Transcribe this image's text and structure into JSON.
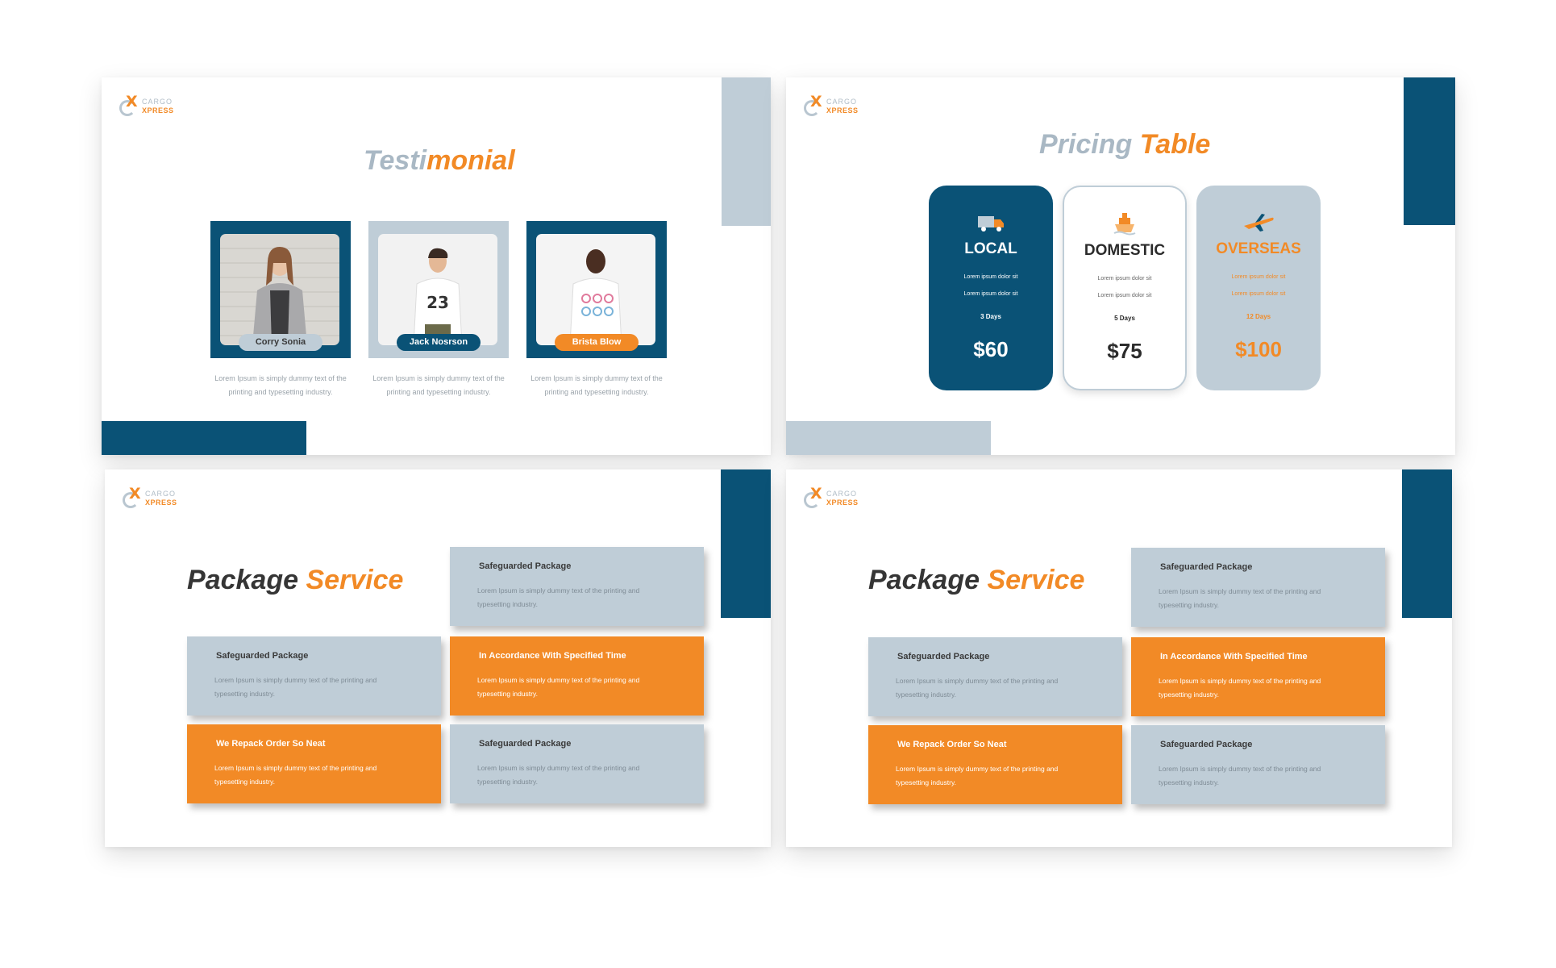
{
  "brand": {
    "logo_mark": "X",
    "logo_line1": "CARGO",
    "logo_line2": "XPRESS",
    "colors": {
      "navy": "#0a5276",
      "grey": "#bfcdd7",
      "orange": "#f28a26"
    }
  },
  "testimonial": {
    "title_part1": "Testi",
    "title_part2": "monial",
    "people": [
      {
        "name": "Corry Sonia",
        "desc": "Lorem Ipsum is simply dummy text of the printing and typesetting industry."
      },
      {
        "name": "Jack Nosrson",
        "desc": "Lorem Ipsum is simply dummy text of the printing and typesetting industry."
      },
      {
        "name": "Brista Blow",
        "desc": "Lorem Ipsum is simply dummy text of the printing and typesetting industry."
      }
    ]
  },
  "pricing": {
    "title_part1": "Pricing",
    "title_part2": "Table",
    "plans": [
      {
        "name": "LOCAL",
        "icon": "truck-icon",
        "line1": "Lorem ipsum dolor sit",
        "line2": "Lorem ipsum dolor sit",
        "days": "3  Days",
        "price": "$60"
      },
      {
        "name": "DOMESTIC",
        "icon": "ship-icon",
        "line1": "Lorem ipsum dolor sit",
        "line2": "Lorem ipsum dolor sit",
        "days": "5 Days",
        "price": "$75"
      },
      {
        "name": "OVERSEAS",
        "icon": "airplane-icon",
        "line1": "Lorem ipsum dolor sit",
        "line2": "Lorem ipsum dolor sit",
        "days": "12 Days",
        "price": "$100"
      }
    ]
  },
  "package_service": {
    "title_part1": "Package",
    "title_part2": "Service",
    "boxes": [
      {
        "heading": "Safeguarded Package",
        "desc": "Lorem Ipsum is simply dummy text of the printing and typesetting industry."
      },
      {
        "heading": "Safeguarded Package",
        "desc": "Lorem Ipsum is simply dummy text of the printing and typesetting industry."
      },
      {
        "heading": "In Accordance With Specified Time",
        "desc": "Lorem Ipsum is simply dummy text of the printing and typesetting industry."
      },
      {
        "heading": "We Repack Order So Neat",
        "desc": "Lorem Ipsum is simply dummy text of the printing and typesetting industry."
      },
      {
        "heading": "Safeguarded Package",
        "desc": "Lorem Ipsum is simply dummy text of the printing and typesetting industry."
      }
    ]
  }
}
